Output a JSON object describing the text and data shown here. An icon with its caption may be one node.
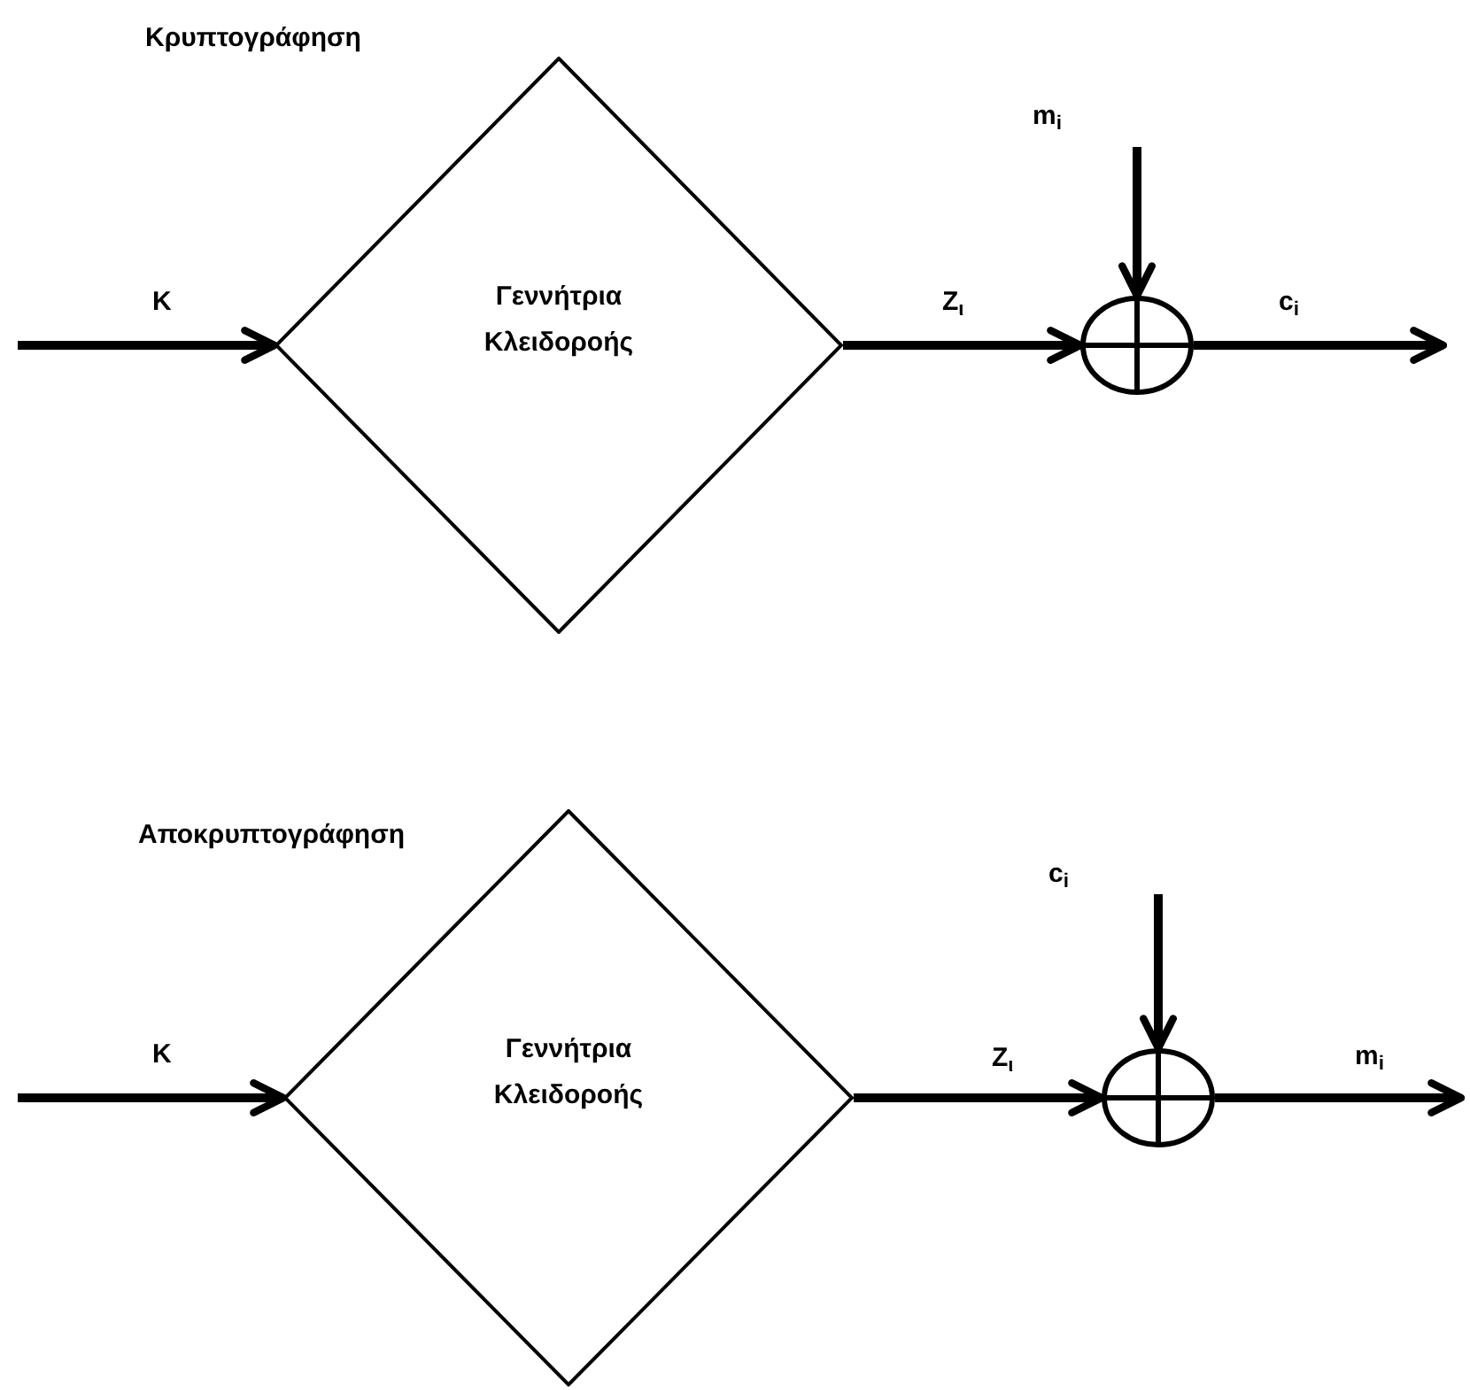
{
  "diagram": {
    "nodes": [
      {
        "text": [
          "Γεννήτρια Κλειδοροής"
        ]
      },
      {
        "text": [],
        "shape": "circle"
      },
      {
        "text": [
          "Γεννήτρια Κλειδοροής"
        ]
      },
      {
        "text": [],
        "shape": "circle"
      }
    ],
    "edges": [
      {
        "from": null,
        "to": 0,
        "arrow": "to",
        "label": "K"
      },
      {
        "from": 0,
        "to": 1,
        "arrow": "to",
        "label": "Z$_{ι}$"
      },
      {
        "from": null,
        "to": 1,
        "arrow": "to",
        "label": "m$_{i}$"
      },
      {
        "from": 1,
        "to": null,
        "arrow": "to",
        "label": "c$_{i}$"
      },
      {
        "from": null,
        "to": 2,
        "arrow": "to",
        "label": "K"
      },
      {
        "from": 2,
        "to": 3,
        "arrow": "to",
        "label": "Z$_{ι}$"
      },
      {
        "from": null,
        "to": 3,
        "arrow": "to",
        "label": "c$_{i}$"
      },
      {
        "from": 3,
        "to": null,
        "arrow": "to",
        "label": "m$_{i}$"
      }
    ],
    "labels": [
      "Κρυπτογράφηση",
      "Αποκρυπτογράφηση"
    ]
  }
}
